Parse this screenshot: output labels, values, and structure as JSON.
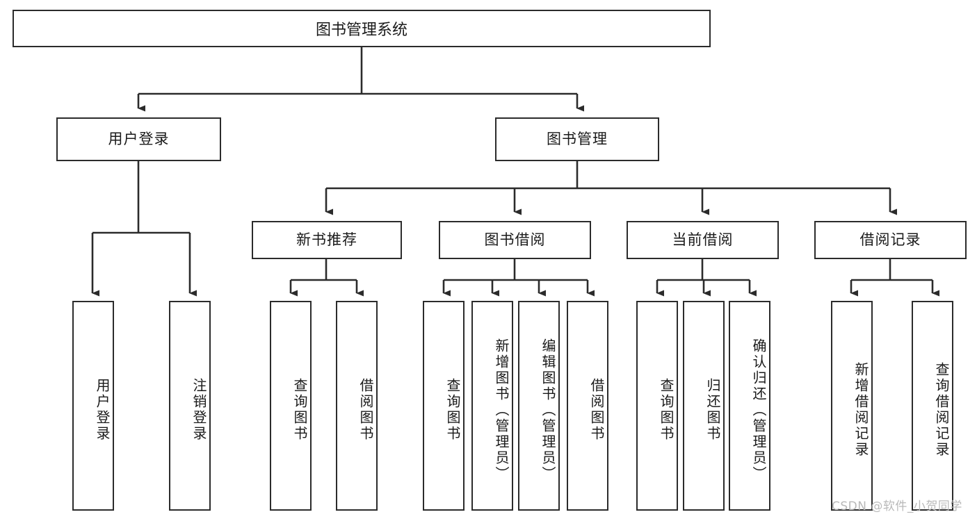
{
  "diagram": {
    "title": "图书管理系统",
    "type": "tree-hierarchy",
    "root": {
      "label": "图书管理系统"
    },
    "level2": [
      {
        "label": "用户登录"
      },
      {
        "label": "图书管理"
      }
    ],
    "level3": [
      {
        "label": "新书推荐"
      },
      {
        "label": "图书借阅"
      },
      {
        "label": "当前借阅"
      },
      {
        "label": "借阅记录"
      }
    ],
    "leaves": {
      "user_login": [
        {
          "label": "用户登录"
        },
        {
          "label": "注销登录"
        }
      ],
      "new_book_recommend": [
        {
          "label": "查询图书"
        },
        {
          "label": "借阅图书"
        }
      ],
      "book_borrow": [
        {
          "label": "查询图书"
        },
        {
          "label": "新增图书（管理员）"
        },
        {
          "label": "编辑图书（管理员）"
        },
        {
          "label": "借阅图书"
        }
      ],
      "current_borrow": [
        {
          "label": "查询图书"
        },
        {
          "label": "归还图书"
        },
        {
          "label": "确认归还（管理员）"
        }
      ],
      "borrow_record": [
        {
          "label": "新增借阅记录"
        },
        {
          "label": "查询借阅记录"
        }
      ]
    }
  },
  "watermark": {
    "text": "CSDN @软件_小贺同学"
  },
  "colors": {
    "background": "#ffffff",
    "box_border": "#2b2b2b",
    "text": "#1a1a1a",
    "connector": "#2b2b2b",
    "watermark": "#b9b9b9"
  }
}
